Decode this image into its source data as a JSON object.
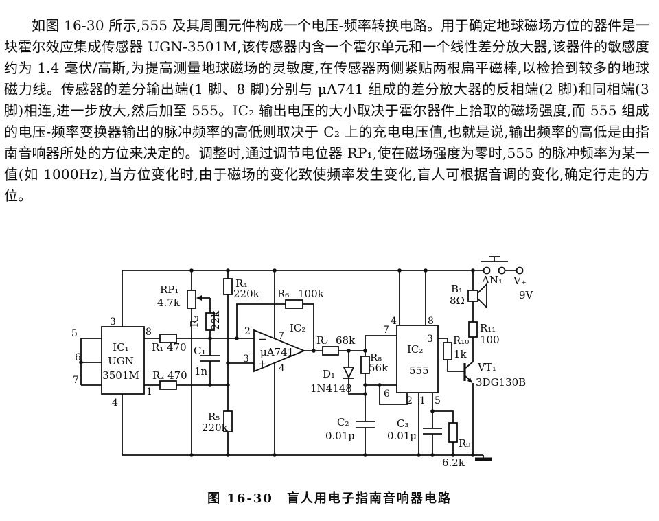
{
  "page": {
    "paragraph": "如图 16-30 所示,555 及其周围元件构成一个电压-频率转换电路。用于确定地球磁场方位的器件是一块霍尔效应集成传感器 UGN-3501M,该传感器内含一个霍尔单元和一个线性差分放大器,该器件的敏感度约为 1.4 毫伏/高斯,为提高测量地球磁场的灵敏度,在传感器两侧紧贴两根扁平磁棒,以检拾到较多的地球磁力线。传感器的差分输出端(1 脚、8 脚)分别与 μA741 组成的差分放大器的反相端(2 脚)和同相端(3 脚)相连,进一步放大,然后加至 555。IC₂ 输出电压的大小取决于霍尔器件上拾取的磁场强度,而 555 组成的电压-频率变换器输出的脉冲频率的高低则取决于 C₂ 上的充电电压值,也就是说,输出频率的高低是由指南音响器所处的方位来决定的。调整时,通过调节电位器 RP₁,使在磁场强度为零时,555 的脉冲频率为某一值(如 1000Hz),当方位变化时,由于磁场的变化致使频率发生变化,盲人可根据音调的变化,确定行走的方位。",
    "caption": "图 16-30　盲人用电子指南音响器电路"
  },
  "schematic": {
    "sensor": {
      "ref": "IC₁",
      "line2": "UGN",
      "line3": "3501M",
      "pin_top": "3",
      "pin_bottom": "4",
      "pin_left_1": "5",
      "pin_left_2": "6",
      "pin_left_3": "7",
      "pin_right_top": "8",
      "pin_right_bottom": "1"
    },
    "opamp": {
      "ref": "IC₂",
      "part": "μA741",
      "minus": "−",
      "plus": "+",
      "pin_inv": "2",
      "pin_noninv": "3",
      "pin_vcc": "7",
      "pin_gnd": "4"
    },
    "timer": {
      "ref": "IC₂",
      "part": "555",
      "pin4": "4",
      "pin8": "8",
      "pin7": "7",
      "pin6": "6",
      "pin3": "3",
      "pin2": "2",
      "pin1": "1",
      "pin5": "5"
    },
    "rp1": {
      "ref": "RP₁",
      "value": "4.7k"
    },
    "r1": {
      "label": "R₁ 470"
    },
    "r2": {
      "label": "R₂ 470"
    },
    "r3": {
      "ref": "R₃",
      "value": "22k"
    },
    "r4": {
      "ref": "R₄",
      "value": "220k"
    },
    "r5": {
      "ref": "R₅",
      "value": "220k"
    },
    "r6": {
      "ref": "R₆",
      "value": "100k"
    },
    "r7": {
      "ref": "R₇",
      "value": "68k"
    },
    "r8": {
      "ref": "R₈",
      "value": "56k"
    },
    "r9": {
      "ref": "R₉",
      "value": "6.2k"
    },
    "r10": {
      "ref": "R₁₀",
      "value": "1k"
    },
    "r11": {
      "ref": "R₁₁",
      "value": "100"
    },
    "c1": {
      "ref": "C₁",
      "value": "1n"
    },
    "c2": {
      "ref": "C₂",
      "value": "0.01μ"
    },
    "c3": {
      "ref": "C₃",
      "value": "0.01μ"
    },
    "d1": {
      "ref": "D₁",
      "value": "1N4148"
    },
    "vt1": {
      "ref": "VT₁",
      "value": "3DG130B"
    },
    "b1": {
      "ref": "B₁",
      "value": "8Ω"
    },
    "an1": {
      "ref": "AN₁"
    },
    "supply": {
      "label": "V₊",
      "value": "9V"
    }
  }
}
